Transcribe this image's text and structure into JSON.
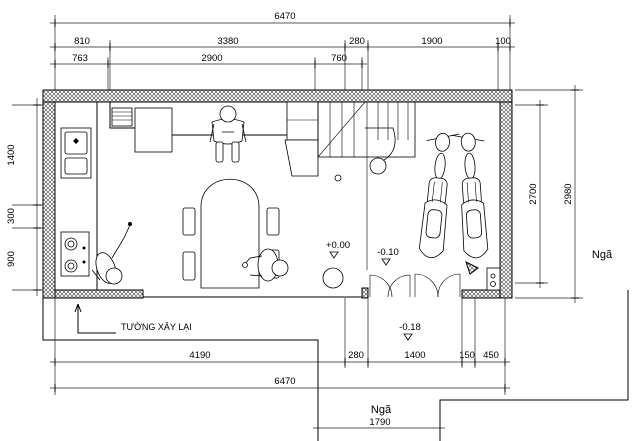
{
  "dimensions": {
    "top_overall": "6470",
    "top_row2": [
      "810",
      "3380",
      "280",
      "1900",
      "100"
    ],
    "top_row3": [
      "763",
      "2900",
      "760"
    ],
    "left": [
      "1400",
      "300",
      "900"
    ],
    "right_inner": "2700",
    "right_outer": "2980",
    "bottom_row1": [
      "4190",
      "280",
      "1400",
      "150",
      "450"
    ],
    "bottom_overall": "6470",
    "road_width": "1790"
  },
  "labels": {
    "road_right": "Ngã",
    "road_bottom": "Ngã",
    "wall_note": "TƯỜNG XÂY LẠI"
  },
  "levels": {
    "dining": "+0.00",
    "garage": "-0.10",
    "outside": "-0.18"
  }
}
